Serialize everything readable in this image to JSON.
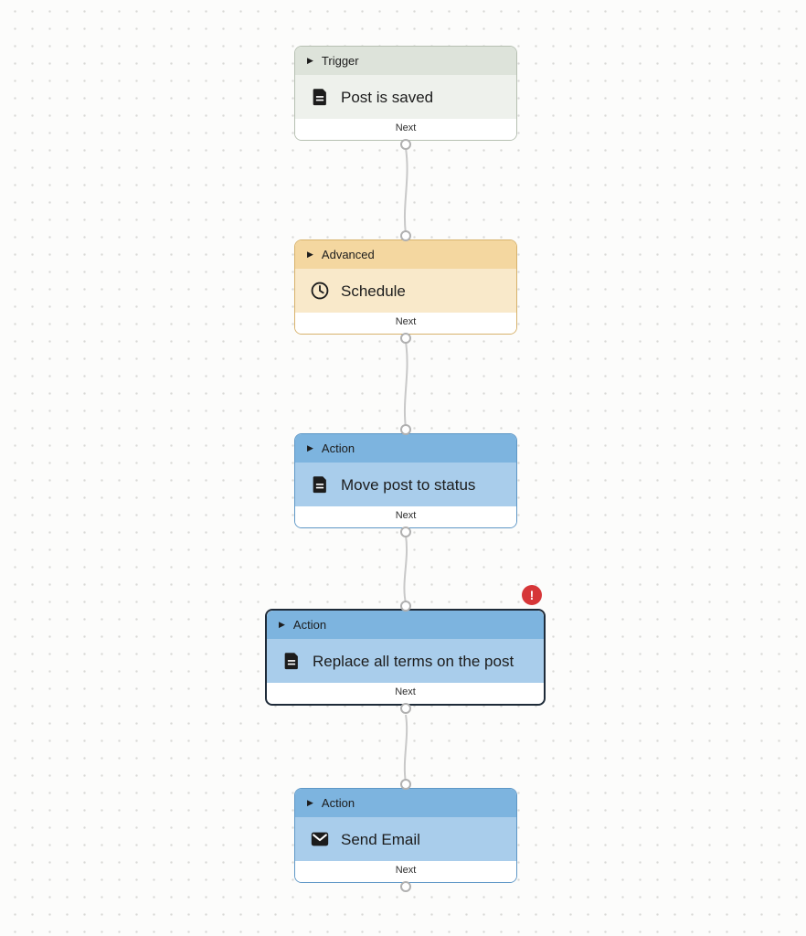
{
  "canvas": {
    "type": "workflow-automation-editor"
  },
  "colors": {
    "trigger_header": "#dde3da",
    "trigger_body": "#eef1ec",
    "advanced_header": "#f4d7a0",
    "advanced_body": "#f9e9ca",
    "action_header": "#7db4df",
    "action_body": "#a9cdeb",
    "selected_border": "#1e2b39",
    "error_badge": "#d63638",
    "connector_line": "#c8c8c8"
  },
  "icons": {
    "collapse": "▶",
    "error": "!"
  },
  "nodes": [
    {
      "category": "Trigger",
      "title": "Post is saved",
      "icon": "document-icon",
      "footer": "Next",
      "error": false
    },
    {
      "category": "Advanced",
      "title": "Schedule",
      "icon": "clock-icon",
      "footer": "Next",
      "error": false
    },
    {
      "category": "Action",
      "title": "Move post to status",
      "icon": "document-icon",
      "footer": "Next",
      "error": false
    },
    {
      "category": "Action",
      "title": "Replace all terms on the post",
      "icon": "document-icon",
      "footer": "Next",
      "error": true
    },
    {
      "category": "Action",
      "title": "Send Email",
      "icon": "email-icon",
      "footer": "Next",
      "error": false
    }
  ]
}
